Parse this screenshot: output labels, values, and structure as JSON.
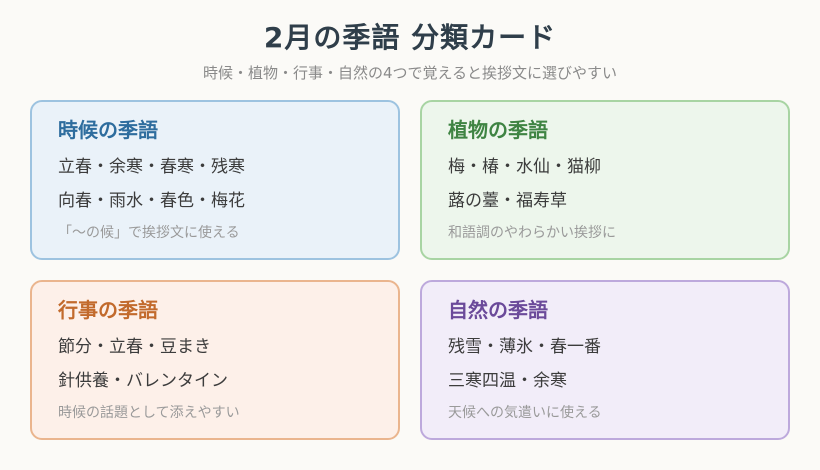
{
  "header": {
    "title": "2月の季語 分類カード",
    "subtitle": "時候・植物・行事・自然の4つで覚えると挨拶文に選びやすい"
  },
  "cards": [
    {
      "title": "時候の季語",
      "lines": [
        "立春・余寒・春寒・残寒",
        "向春・雨水・春色・梅花"
      ],
      "note": "「〜の候」で挨拶文に使える",
      "colors": {
        "title": "#2e6d9e",
        "border": "#9dc3e0",
        "background": "#eaf2f9"
      }
    },
    {
      "title": "植物の季語",
      "lines": [
        "梅・椿・水仙・猫柳",
        "蕗の薹・福寿草"
      ],
      "note": "和語調のやわらかい挨拶に",
      "colors": {
        "title": "#3f8443",
        "border": "#a8d4a3",
        "background": "#edf6ec"
      }
    },
    {
      "title": "行事の季語",
      "lines": [
        "節分・立春・豆まき",
        "針供養・バレンタイン"
      ],
      "note": "時候の話題として添えやすい",
      "colors": {
        "title": "#c26a2c",
        "border": "#eab58e",
        "background": "#fdf0e9"
      }
    },
    {
      "title": "自然の季語",
      "lines": [
        "残雪・薄氷・春一番",
        "三寒四温・余寒"
      ],
      "note": "天候への気遣いに使える",
      "colors": {
        "title": "#6b4a9a",
        "border": "#bda9dc",
        "background": "#f2edf9"
      }
    }
  ]
}
